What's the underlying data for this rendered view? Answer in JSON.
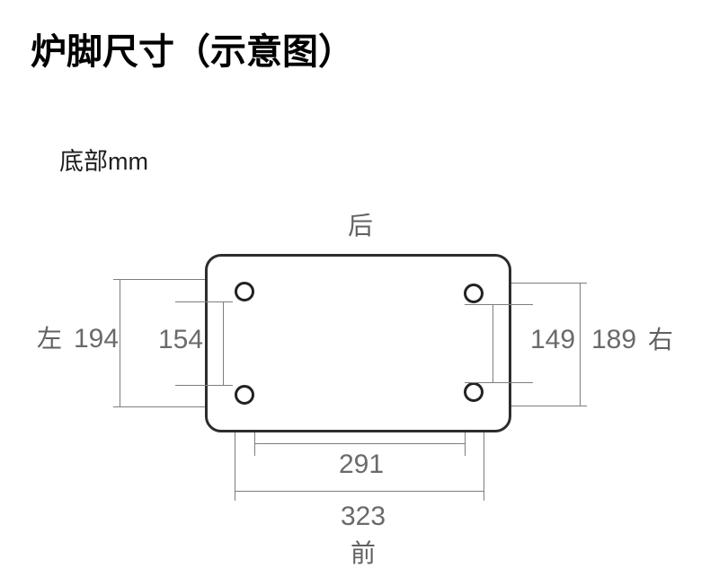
{
  "title": "炉脚尺寸（示意图）",
  "subtitle": "底部mm",
  "directions": {
    "back": "后",
    "front": "前",
    "left": "左",
    "right": "右"
  },
  "dimensions": {
    "left_outer": "194",
    "left_inner": "154",
    "right_inner": "149",
    "right_outer": "189",
    "bottom_inner": "291",
    "bottom_outer": "323"
  },
  "unit": "mm",
  "colors": {
    "title_text": "#000000",
    "outline": "#2d2d2d",
    "dimension_line": "#7d7d7d",
    "dimension_text": "#6a6a6a",
    "background": "#ffffff"
  }
}
